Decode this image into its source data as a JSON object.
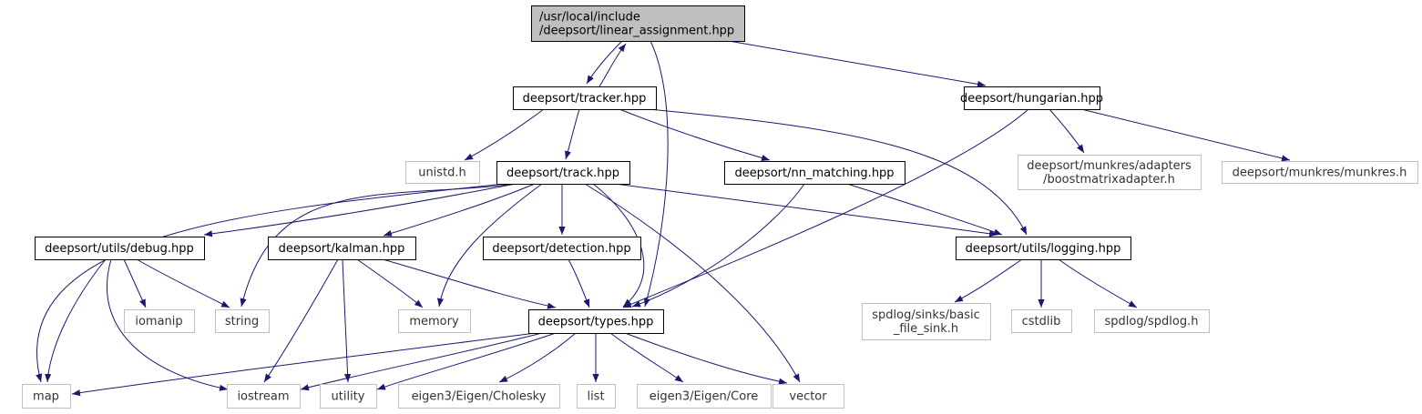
{
  "graph": {
    "colors": {
      "edge": "#191970",
      "root_fill": "#bfbfbf",
      "node_border": "#000000",
      "external_border": "#bfbfbf",
      "background": "#ffffff"
    },
    "nodes": {
      "root": [
        "/usr/local/include",
        "/deepsort/linear_assignment.hpp"
      ],
      "tracker": [
        "deepsort/tracker.hpp"
      ],
      "hungarian": [
        "deepsort/hungarian.hpp"
      ],
      "unistd": [
        "unistd.h"
      ],
      "track": [
        "deepsort/track.hpp"
      ],
      "nn_matching": [
        "deepsort/nn_matching.hpp"
      ],
      "boostmatrix": [
        "deepsort/munkres/adapters",
        "/boostmatrixadapter.h"
      ],
      "munkres": [
        "deepsort/munkres/munkres.h"
      ],
      "debug": [
        "deepsort/utils/debug.hpp"
      ],
      "kalman": [
        "deepsort/kalman.hpp"
      ],
      "detection": [
        "deepsort/detection.hpp"
      ],
      "logging": [
        "deepsort/utils/logging.hpp"
      ],
      "iomanip": [
        "iomanip"
      ],
      "string": [
        "string"
      ],
      "memory": [
        "memory"
      ],
      "types": [
        "deepsort/types.hpp"
      ],
      "basic_file_sink": [
        "spdlog/sinks/basic",
        "_file_sink.h"
      ],
      "cstdlib": [
        "cstdlib"
      ],
      "spdlog": [
        "spdlog/spdlog.h"
      ],
      "map": [
        "map"
      ],
      "iostream": [
        "iostream"
      ],
      "utility": [
        "utility"
      ],
      "cholesky": [
        "eigen3/Eigen/Cholesky"
      ],
      "list": [
        "list"
      ],
      "eigen_core": [
        "eigen3/Eigen/Core"
      ],
      "vector": [
        "vector"
      ]
    },
    "edges": [
      [
        "root",
        "tracker"
      ],
      [
        "tracker",
        "root"
      ],
      [
        "root",
        "hungarian"
      ],
      [
        "root",
        "types"
      ],
      [
        "tracker",
        "unistd"
      ],
      [
        "tracker",
        "track"
      ],
      [
        "tracker",
        "nn_matching"
      ],
      [
        "tracker",
        "logging"
      ],
      [
        "hungarian",
        "boostmatrix"
      ],
      [
        "hungarian",
        "munkres"
      ],
      [
        "hungarian",
        "types"
      ],
      [
        "track",
        "debug"
      ],
      [
        "track",
        "kalman"
      ],
      [
        "track",
        "detection"
      ],
      [
        "track",
        "logging"
      ],
      [
        "track",
        "string"
      ],
      [
        "track",
        "memory"
      ],
      [
        "track",
        "types"
      ],
      [
        "track",
        "map"
      ],
      [
        "track",
        "vector"
      ],
      [
        "nn_matching",
        "logging"
      ],
      [
        "nn_matching",
        "types"
      ],
      [
        "debug",
        "iomanip"
      ],
      [
        "debug",
        "string"
      ],
      [
        "debug",
        "map"
      ],
      [
        "debug",
        "iostream"
      ],
      [
        "kalman",
        "memory"
      ],
      [
        "kalman",
        "types"
      ],
      [
        "kalman",
        "iostream"
      ],
      [
        "kalman",
        "utility"
      ],
      [
        "detection",
        "types"
      ],
      [
        "logging",
        "basic_file_sink"
      ],
      [
        "logging",
        "cstdlib"
      ],
      [
        "logging",
        "spdlog"
      ],
      [
        "types",
        "map"
      ],
      [
        "types",
        "iostream"
      ],
      [
        "types",
        "utility"
      ],
      [
        "types",
        "cholesky"
      ],
      [
        "types",
        "list"
      ],
      [
        "types",
        "eigen_core"
      ],
      [
        "types",
        "vector"
      ]
    ]
  }
}
